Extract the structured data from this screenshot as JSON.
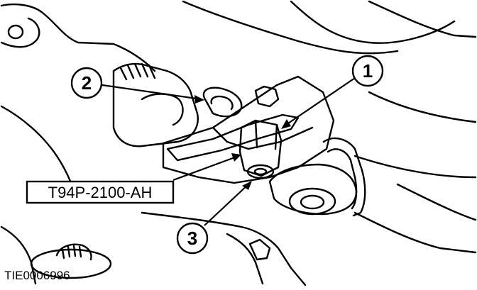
{
  "figure": {
    "callouts": [
      {
        "number": "1"
      },
      {
        "number": "2"
      },
      {
        "number": "3"
      }
    ],
    "tool_label": "T94P-2100-AH",
    "figure_id": "TIE0006996"
  }
}
